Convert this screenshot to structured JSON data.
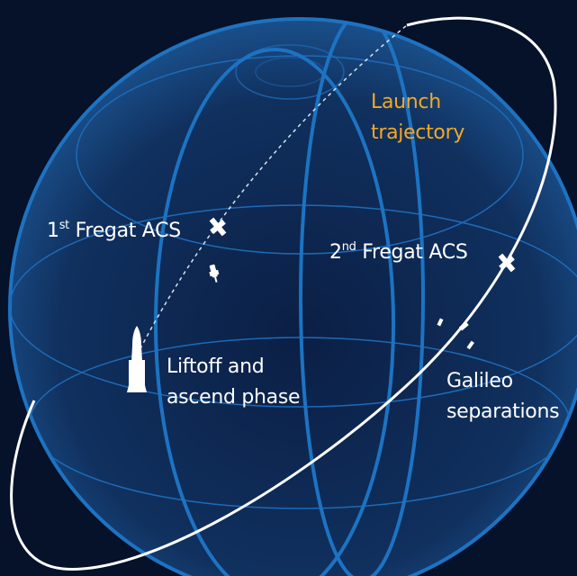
{
  "labels": {
    "launch_trajectory": {
      "line1": "Launch",
      "line2": "trajectory"
    },
    "fregat_acs_1": {
      "ordinal": "1",
      "suffix": "st",
      "text": " Fregat ACS"
    },
    "fregat_acs_2": {
      "ordinal": "2",
      "suffix": "nd",
      "text": " Fregat ACS"
    },
    "liftoff": {
      "line1": "Liftoff and",
      "line2": "ascend phase"
    },
    "galileo": {
      "line1": "Galileo",
      "line2": "separations"
    }
  },
  "colors": {
    "background": "#06112a",
    "globe_line": "#1d73c2",
    "orbit": "#ffffff",
    "highlight_text": "#f3a823"
  },
  "icons": [
    "rocket-icon",
    "satellite-icon",
    "fregat-stage-icon",
    "galileo-satellite-icon"
  ]
}
